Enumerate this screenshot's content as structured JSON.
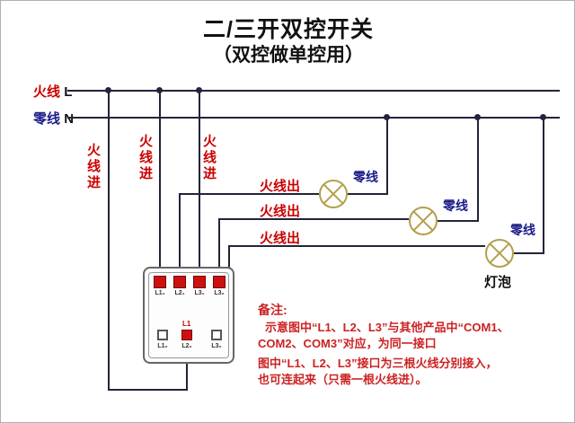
{
  "title": {
    "line1": "二/三开双控开关",
    "line2": "（双控做单控用）"
  },
  "bus": {
    "live": {
      "label_cn": "火线",
      "label_letter": "L"
    },
    "neutral": {
      "label_cn": "零线",
      "label_letter": "N"
    }
  },
  "wire_labels": {
    "live_in": "火线进",
    "live_out": "火线出",
    "neutral": "零线",
    "bulb": "灯泡"
  },
  "switch": {
    "top_terminals": [
      "L1₁",
      "L2₁",
      "L3₁",
      "L3₂"
    ],
    "bottom_terminals": [
      "L1₂",
      "L2₂",
      "L3₂"
    ],
    "bottom_red_label": "L1"
  },
  "notes": {
    "heading": "备注:",
    "lines": [
      "示意图中“L1、L2、L3”与其他产品中“COM1、",
      "COM2、COM3”对应，为同一接口",
      "图中“L1、L2、L3”接口为三根火线分别接入，",
      "也可连起来（只需一根火线进）。"
    ]
  },
  "colors": {
    "wire": "#23233a",
    "live_text": "#cc0000",
    "neutral_text": "#1b1b8a",
    "lamp_stroke": "#b3a04a",
    "terminal_red": "#cc1111"
  }
}
